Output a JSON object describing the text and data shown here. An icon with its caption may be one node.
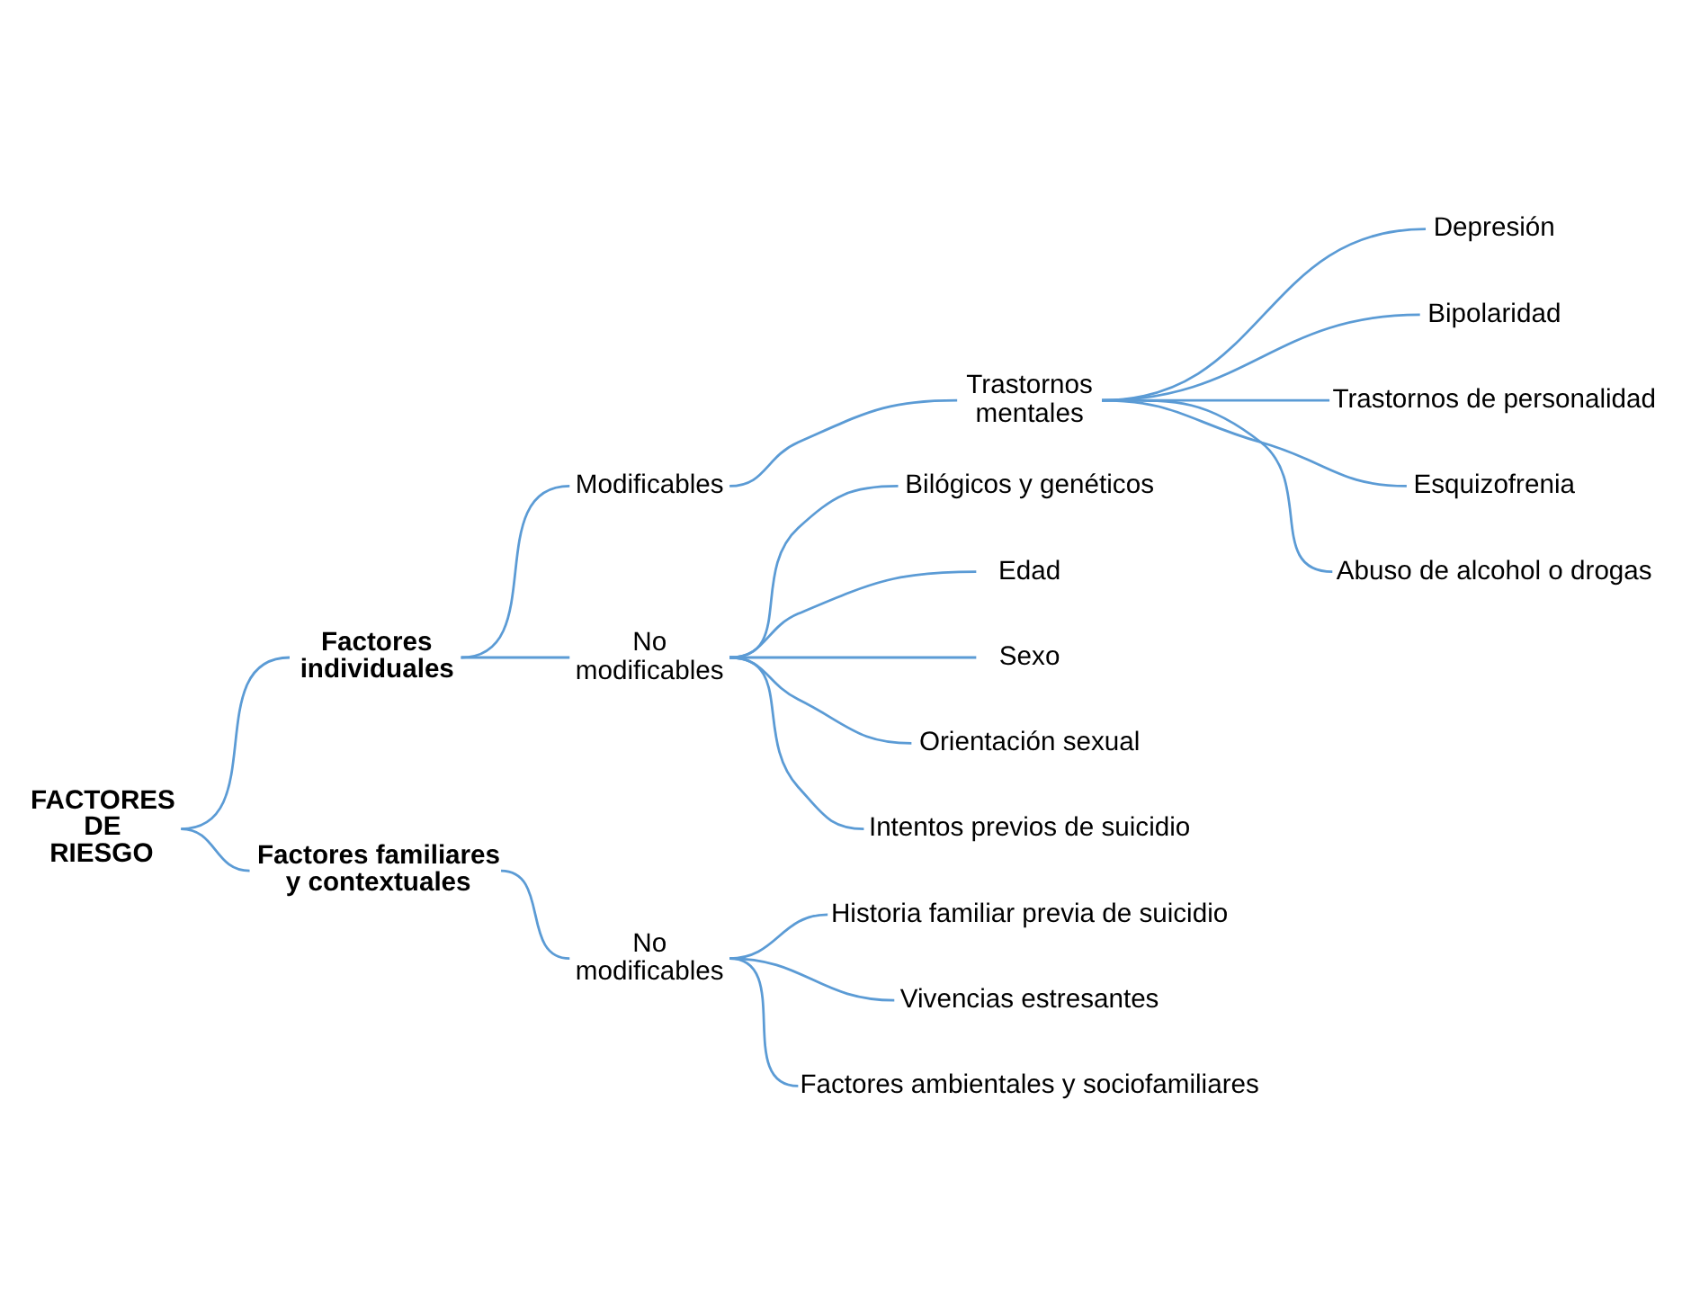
{
  "diagram": {
    "nodes": [
      {
        "text": [
          "FACTORES DE RIESGO"
        ]
      },
      {
        "text": [
          "Factores individuales"
        ]
      },
      {
        "text": [
          "Modificables"
        ]
      },
      {
        "text": [
          "Trastornos mentales"
        ]
      },
      {
        "text": [
          "Depresión"
        ]
      },
      {
        "text": [
          "Bipolaridad"
        ]
      },
      {
        "text": [
          "Trastornos de personalidad"
        ]
      },
      {
        "text": [
          "Esquizofrenia"
        ]
      },
      {
        "text": [
          "Abuso de alcohol o drogas"
        ]
      },
      {
        "text": [
          "No modificables"
        ]
      },
      {
        "text": [
          "Bilógicos y genéticos"
        ]
      },
      {
        "text": [
          "Edad"
        ]
      },
      {
        "text": [
          "Sexo"
        ]
      },
      {
        "text": [
          "Orientación sexual"
        ]
      },
      {
        "text": [
          "Intentos previos de suicidio"
        ]
      },
      {
        "text": [
          "Factores familiares y contextuales"
        ]
      },
      {
        "text": [
          "No modificables"
        ]
      },
      {
        "text": [
          "Historia familiar previa de suicidio"
        ]
      },
      {
        "text": [
          "Vivencias estresantes"
        ]
      },
      {
        "text": [
          "Factores ambientales y sociofamiliares"
        ]
      }
    ],
    "edges": [
      {
        "from": 0,
        "to": 1,
        "arrow": "none"
      },
      {
        "from": 0,
        "to": 15,
        "arrow": "none"
      },
      {
        "from": 1,
        "to": 2,
        "arrow": "none"
      },
      {
        "from": 1,
        "to": 9,
        "arrow": "none"
      },
      {
        "from": 2,
        "to": 3,
        "arrow": "none"
      },
      {
        "from": 3,
        "to": 4,
        "arrow": "none"
      },
      {
        "from": 3,
        "to": 5,
        "arrow": "none"
      },
      {
        "from": 3,
        "to": 6,
        "arrow": "none"
      },
      {
        "from": 3,
        "to": 7,
        "arrow": "none"
      },
      {
        "from": 3,
        "to": 8,
        "arrow": "none"
      },
      {
        "from": 9,
        "to": 10,
        "arrow": "none"
      },
      {
        "from": 9,
        "to": 11,
        "arrow": "none"
      },
      {
        "from": 9,
        "to": 12,
        "arrow": "none"
      },
      {
        "from": 9,
        "to": 13,
        "arrow": "none"
      },
      {
        "from": 9,
        "to": 14,
        "arrow": "none"
      },
      {
        "from": 15,
        "to": 16,
        "arrow": "none"
      },
      {
        "from": 16,
        "to": 17,
        "arrow": "none"
      },
      {
        "from": 16,
        "to": 18,
        "arrow": "none"
      },
      {
        "from": 16,
        "to": 19,
        "arrow": "none"
      }
    ]
  }
}
